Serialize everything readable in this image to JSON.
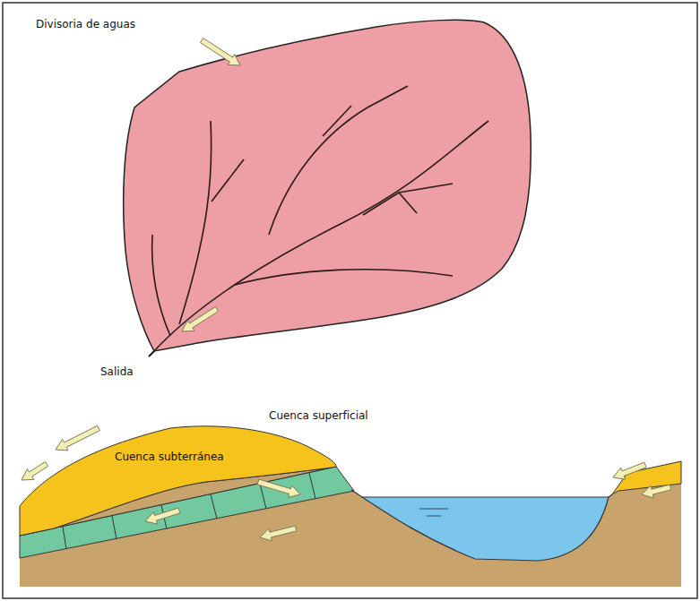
{
  "diagram": {
    "labels": [
      "Divisoria de aguas",
      "Salida",
      "Cuenca superficial",
      "Cuenca subterránea"
    ]
  }
}
